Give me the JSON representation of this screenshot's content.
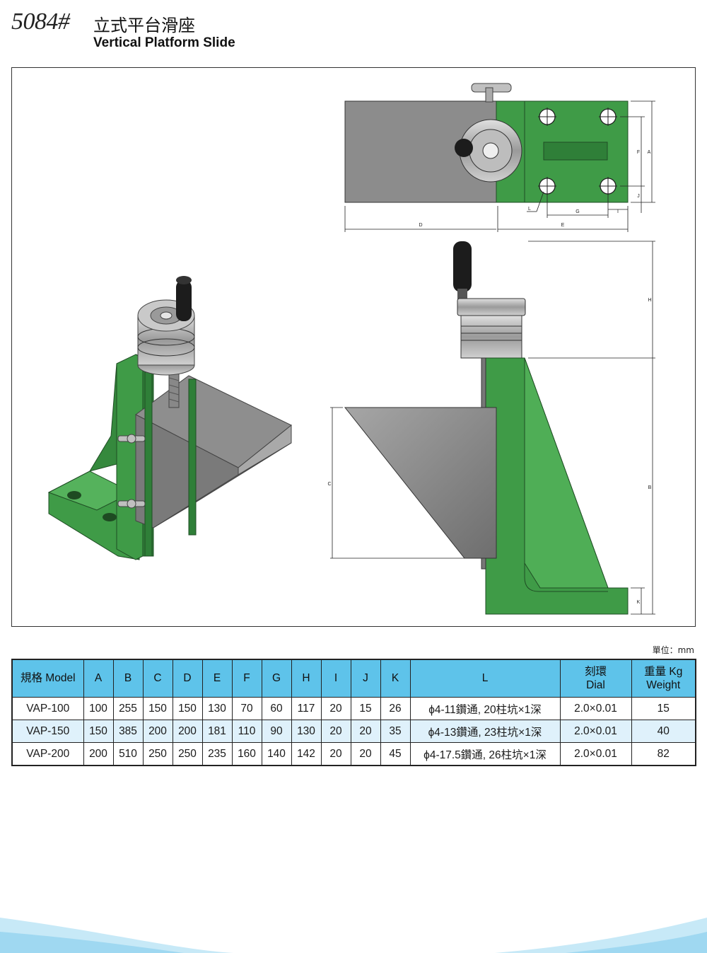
{
  "header": {
    "code": "5084#",
    "title_cn": "立式平台滑座",
    "title_en": "Vertical Platform Slide"
  },
  "figure": {
    "dimension_labels": [
      "A",
      "B",
      "C",
      "D",
      "E",
      "F",
      "G",
      "H",
      "I",
      "J",
      "K",
      "L"
    ]
  },
  "unit_note": "單位：mm",
  "table": {
    "headers": [
      "規格 Model",
      "A",
      "B",
      "C",
      "D",
      "E",
      "F",
      "G",
      "H",
      "I",
      "J",
      "K",
      "L",
      "刻環\nDial",
      "重量 Kg\nWeight"
    ],
    "rows": [
      [
        "VAP-100",
        "100",
        "255",
        "150",
        "150",
        "130",
        "70",
        "60",
        "117",
        "20",
        "15",
        "26",
        "ϕ4-11鑽通, 20柱坑×1深",
        "2.0×0.01",
        "15"
      ],
      [
        "VAP-150",
        "150",
        "385",
        "200",
        "200",
        "181",
        "110",
        "90",
        "130",
        "20",
        "20",
        "35",
        "ϕ4-13鑽通, 23柱坑×1深",
        "2.0×0.01",
        "40"
      ],
      [
        "VAP-200",
        "200",
        "510",
        "250",
        "250",
        "235",
        "160",
        "140",
        "142",
        "20",
        "20",
        "45",
        "ϕ4-17.5鑽通, 26柱坑×1深",
        "2.0×0.01",
        "82"
      ]
    ]
  },
  "colors": {
    "machine_green": "#3f9b47",
    "steel_gray": "#8c8c8c",
    "header_blue": "#5ec3ea",
    "row_alt": "#dff1fb"
  }
}
